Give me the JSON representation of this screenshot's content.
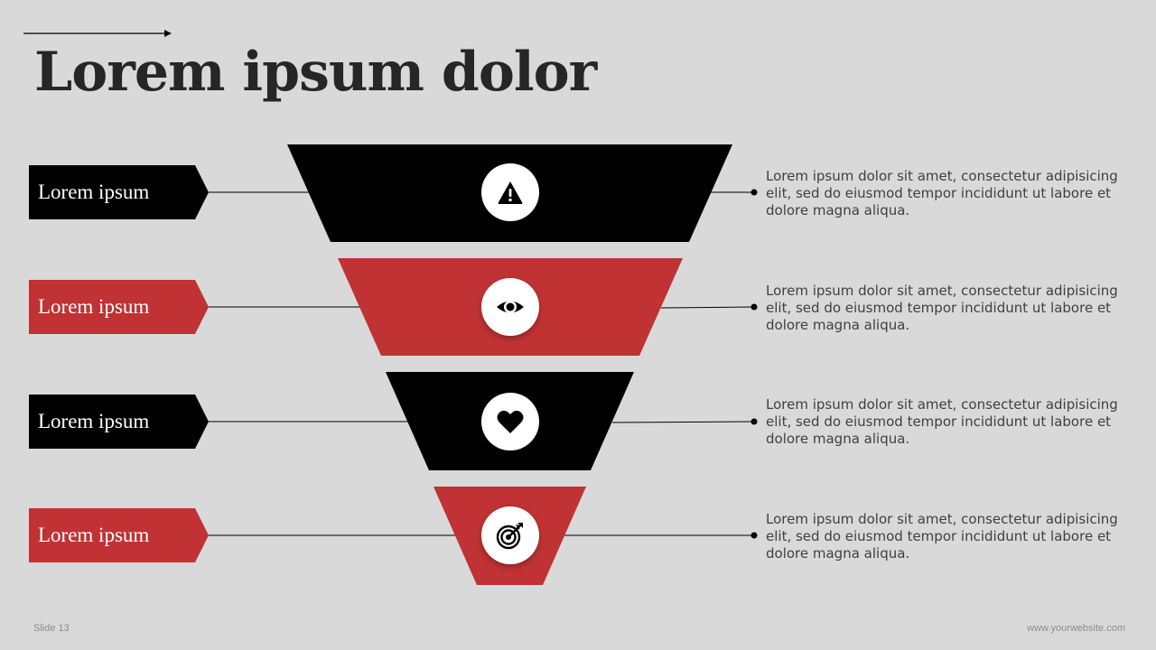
{
  "title": "Lorem ipsum dolor",
  "colors": {
    "dark": "#000000",
    "accent": "#c03233",
    "background": "#d9d9d9",
    "text": "#404040"
  },
  "levels": [
    {
      "label": "Lorem ipsum",
      "color": "dark",
      "icon": "warning-icon",
      "description": "Lorem ipsum dolor sit amet, consectetur adipisicing elit, sed do eiusmod tempor incididunt ut labore et dolore magna aliqua."
    },
    {
      "label": "Lorem ipsum",
      "color": "accent",
      "icon": "eye-icon",
      "description": "Lorem ipsum dolor sit amet, consectetur adipisicing elit, sed do eiusmod tempor incididunt ut labore et dolore magna aliqua."
    },
    {
      "label": "Lorem ipsum",
      "color": "dark",
      "icon": "heart-icon",
      "description": "Lorem ipsum dolor sit amet, consectetur adipisicing elit, sed do eiusmod tempor incididunt ut labore et dolore magna aliqua."
    },
    {
      "label": "Lorem ipsum",
      "color": "accent",
      "icon": "target-icon",
      "description": "Lorem ipsum dolor sit amet, consectetur adipisicing elit, sed do eiusmod tempor incididunt ut labore et dolore magna aliqua."
    }
  ],
  "footer": {
    "slide": "Slide 13",
    "website": "www.yourwebsite.com"
  }
}
